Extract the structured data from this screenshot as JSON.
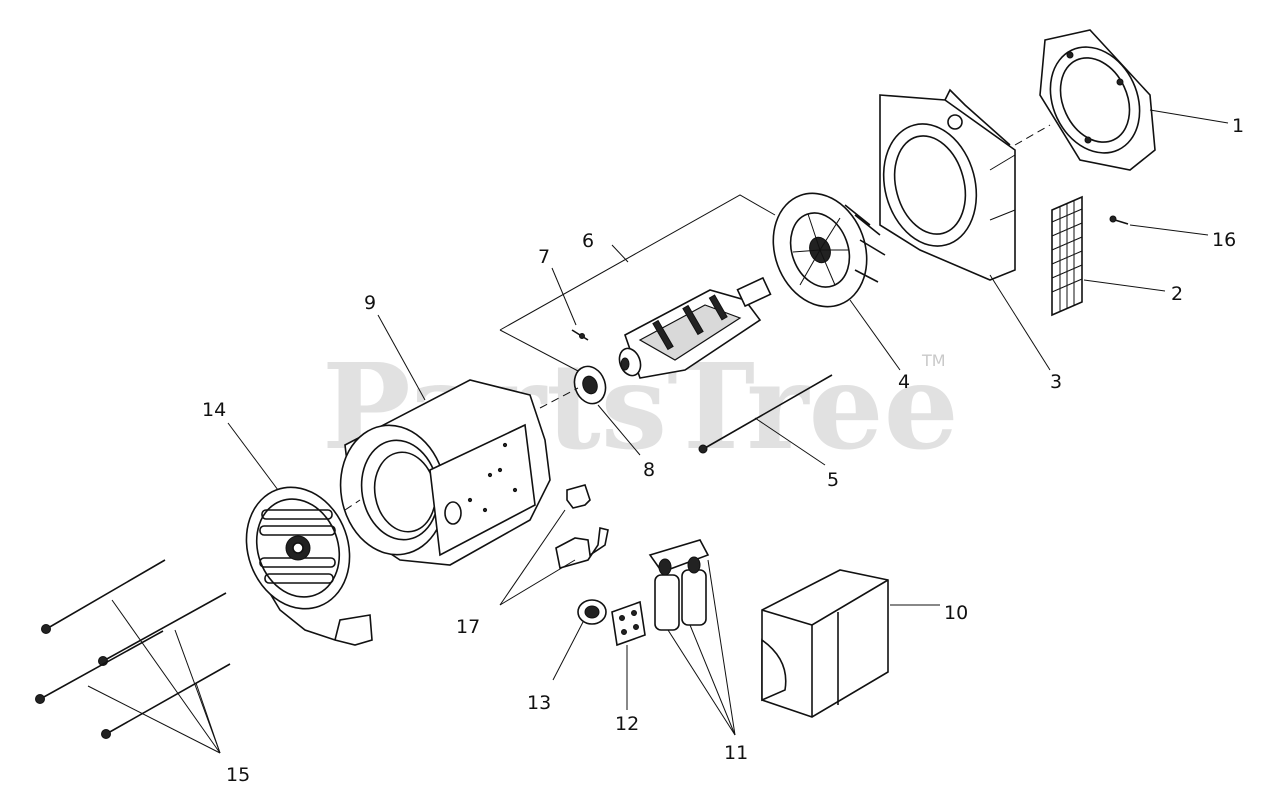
{
  "watermark": {
    "text": "PartsTree",
    "trademark": "TM"
  },
  "callouts": [
    "1",
    "2",
    "3",
    "4",
    "5",
    "6",
    "7",
    "8",
    "9",
    "10",
    "11",
    "12",
    "13",
    "14",
    "15",
    "16",
    "17"
  ]
}
